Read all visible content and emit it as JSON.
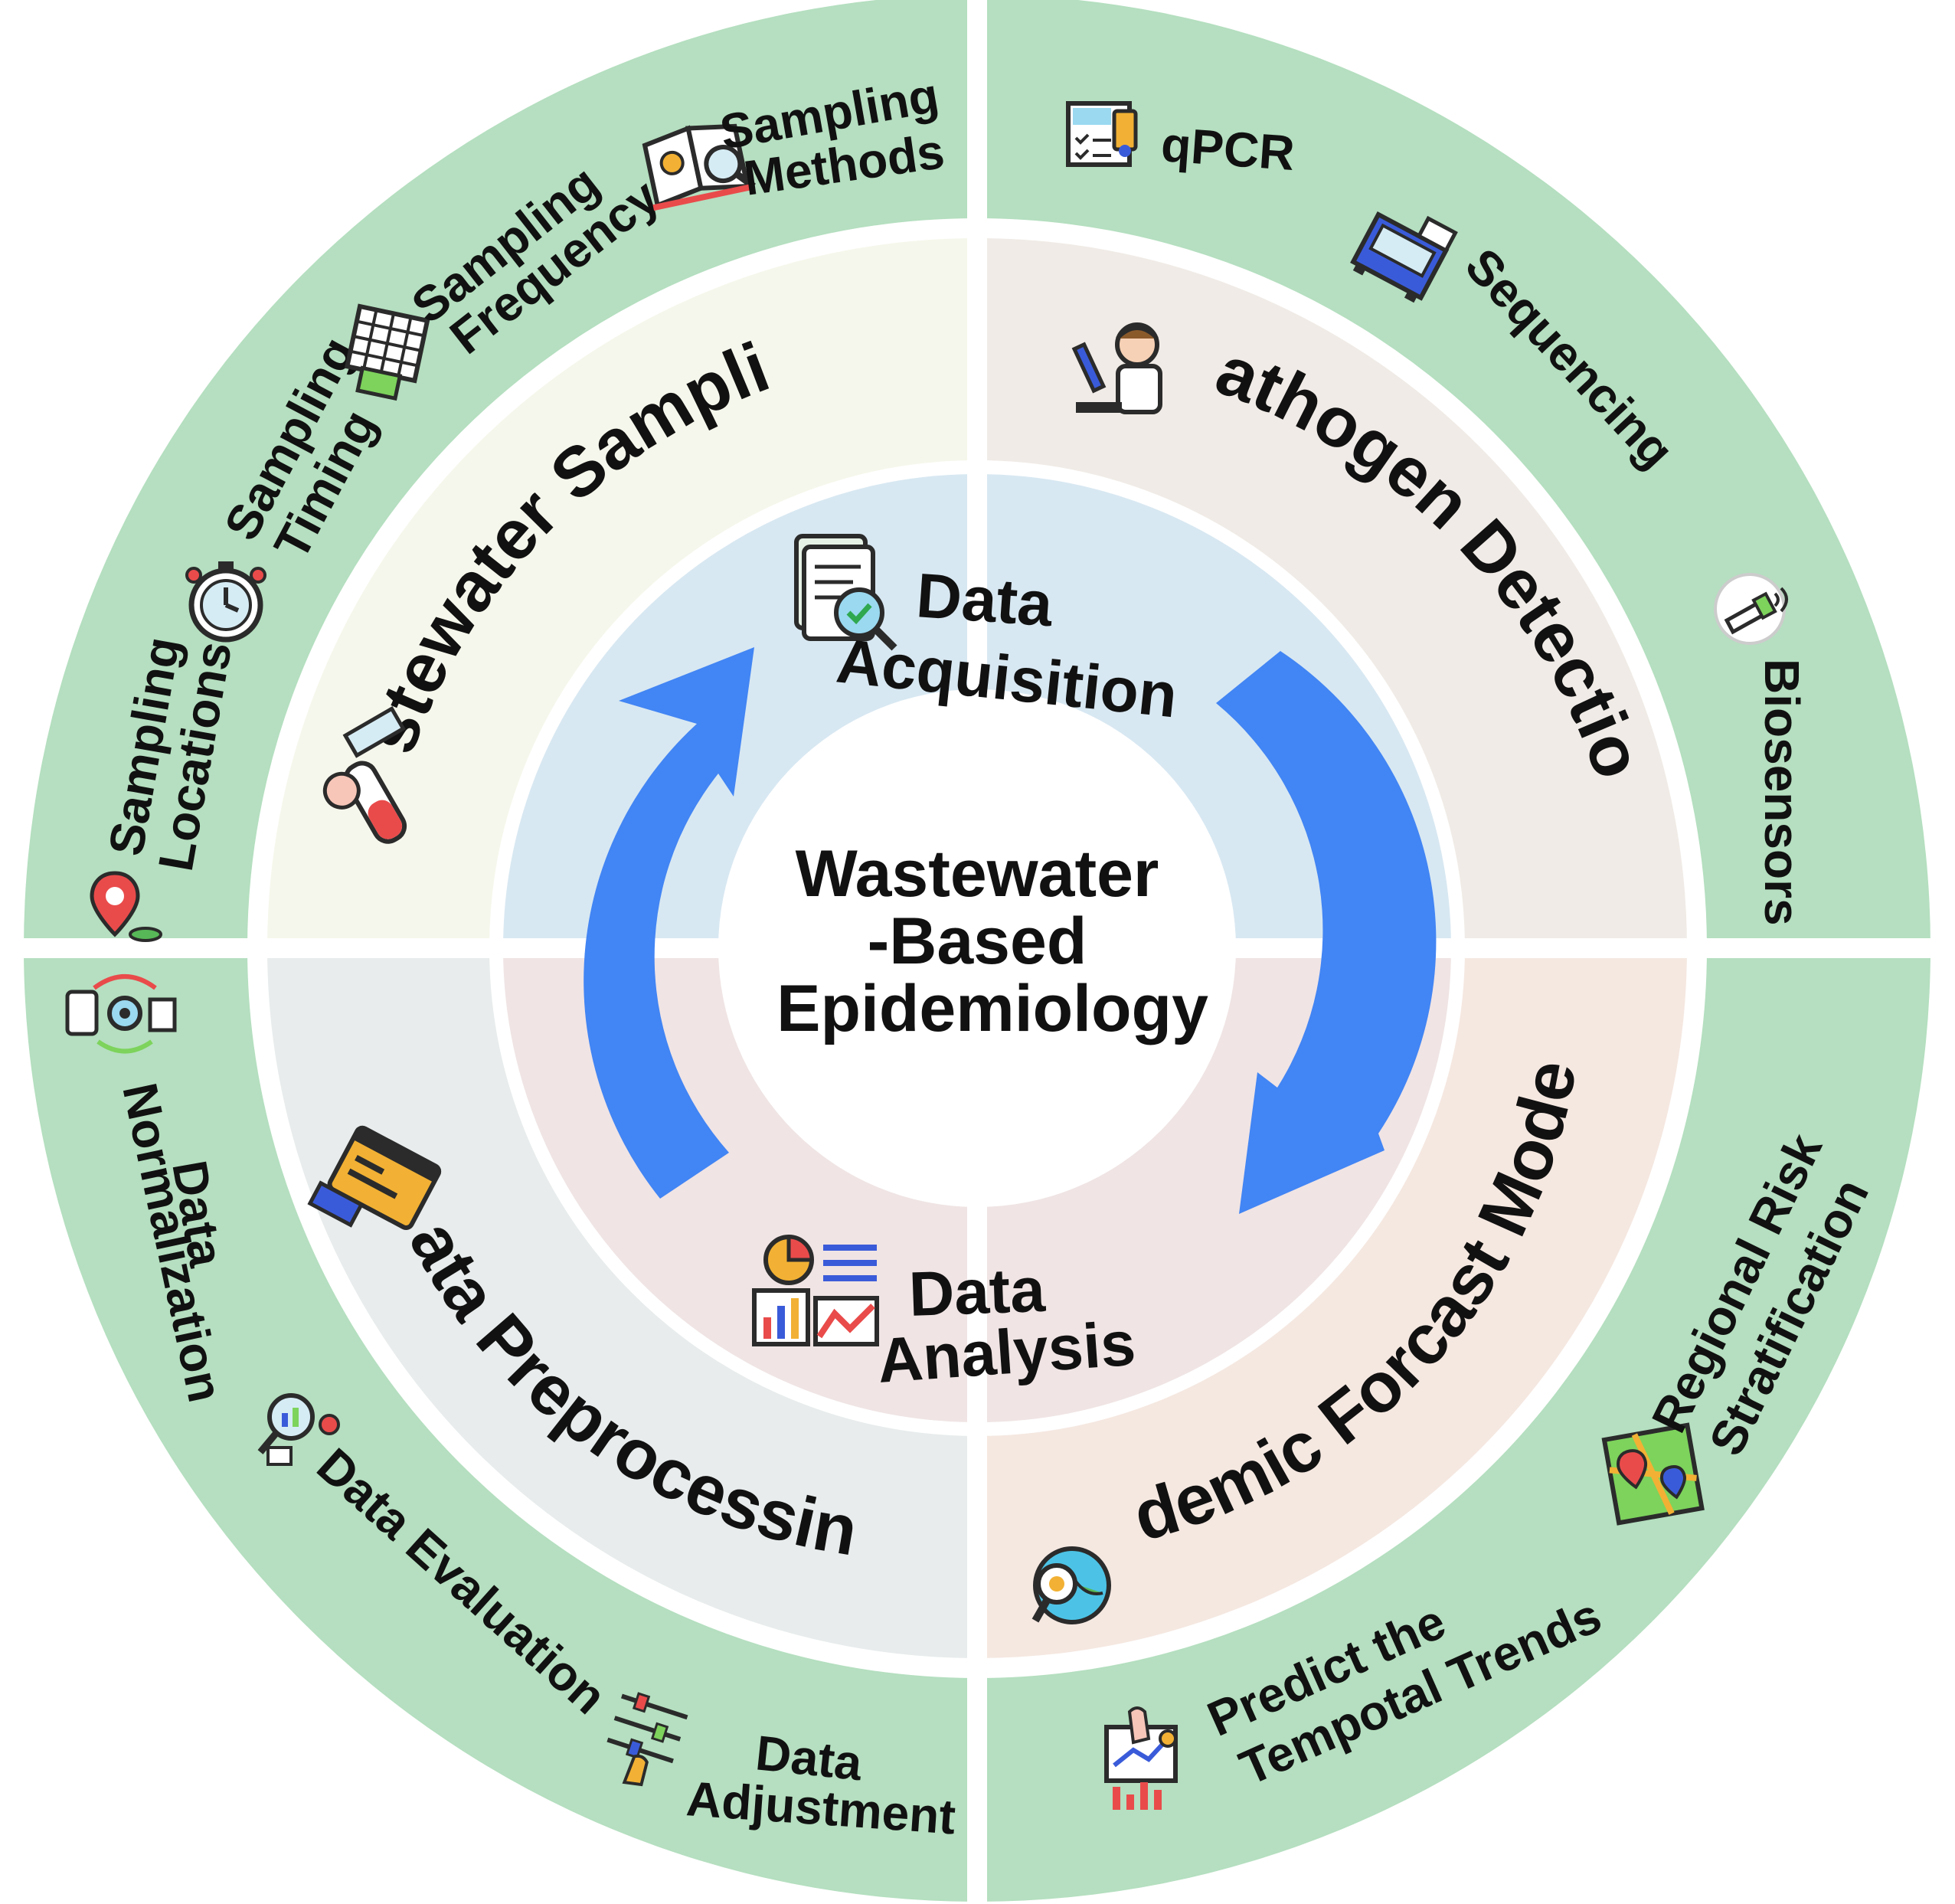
{
  "center": {
    "lines": [
      "Wastewater",
      "-Based",
      "Epidemiology"
    ]
  },
  "inner_ring": {
    "top": [
      "Data",
      "Acquisition"
    ],
    "bottom": [
      "Data",
      "Analysis"
    ]
  },
  "middle_ring": {
    "top_left": "Wastewater Sampling",
    "top_right": "Pathogen Detection",
    "bottom_right": "Epidemic Forcast Modeling",
    "bottom_left": "Data Preprocessing"
  },
  "outer_ring": {
    "sampling_locations": [
      "Sampling",
      "Locations"
    ],
    "sampling_timing": [
      "Sampling",
      "Timing"
    ],
    "sampling_frequency": [
      "Sampling",
      "Frequency"
    ],
    "sampling_methods": [
      "Sampling",
      "Methods"
    ],
    "qpcr": "qPCR",
    "sequencing": "Sequencing",
    "biosensors": "Biosensors",
    "regional_risk": [
      "Regional Risk",
      "Stratification"
    ],
    "predict_trends": [
      "Predict the",
      "Tempotal Trends"
    ],
    "data_adjustment": [
      "Data",
      "Adjustment"
    ],
    "data_evaluation": "Data Evaluation",
    "data_normalization": [
      "Data",
      "Normalization"
    ]
  },
  "colors": {
    "outer_ring": "#b5dfc0",
    "tl_middle": "#f6f7ec",
    "tr_middle": "#f0ebe6",
    "br_middle": "#f5e8e1",
    "bl_middle": "#e8ecec",
    "inner_top": "#d8e8f2",
    "inner_bottom": "#f0e4e4",
    "arrow": "#4285f4",
    "center": "#ffffff"
  }
}
